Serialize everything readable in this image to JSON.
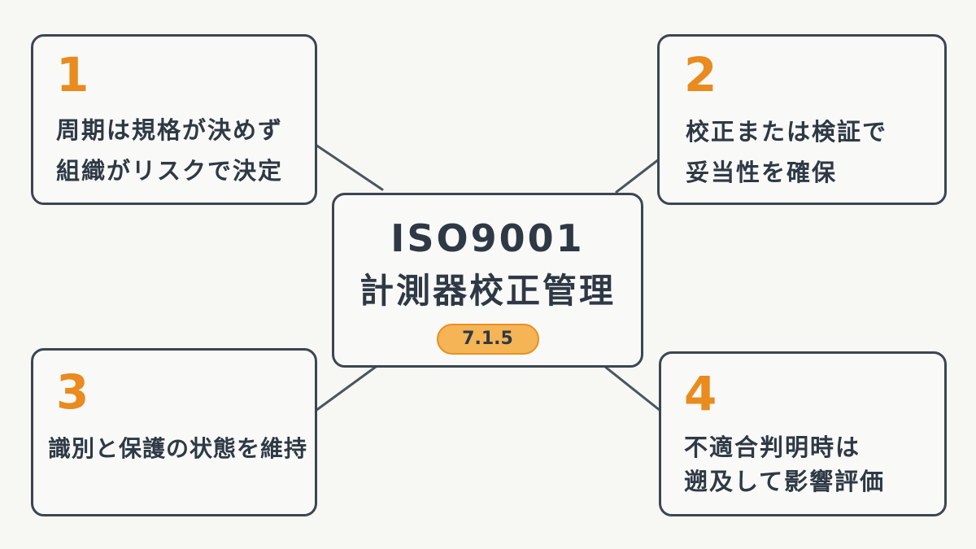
{
  "diagram": {
    "center": {
      "title": "ISO9001",
      "subtitle": "計測器校正管理",
      "badge": "7.1.5"
    },
    "nodes": [
      {
        "number": "1",
        "lines": [
          "周期は規格が決めず",
          "組織がリスクで決定"
        ]
      },
      {
        "number": "2",
        "lines": [
          "校正または検証で",
          "妥当性を確保"
        ]
      },
      {
        "number": "3",
        "lines": [
          "識別と保護の状態を維持"
        ]
      },
      {
        "number": "4",
        "lines": [
          "不適合判明時は",
          "遡及して影響評価"
        ]
      }
    ]
  },
  "colors": {
    "accent": "#e98b1e",
    "badge_fill": "#f5b455",
    "badge_border": "#e88f22",
    "border": "#3b4652",
    "text": "#2e3945",
    "background": "#f7f7f4"
  }
}
